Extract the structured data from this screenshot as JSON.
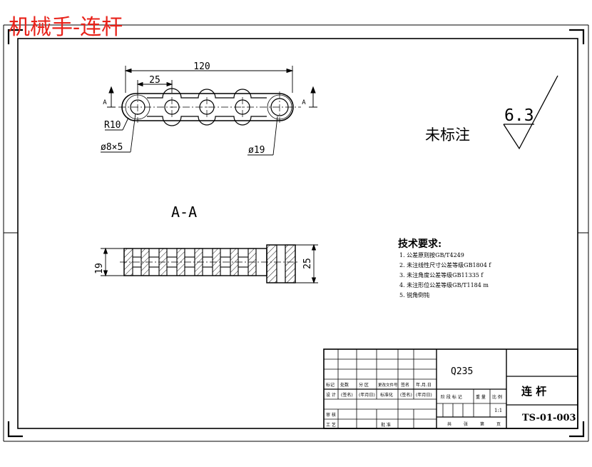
{
  "title": "机械手-连杆",
  "colors": {
    "title": "#e8221a",
    "line": "#000000",
    "paper": "#ffffff"
  },
  "plan_view": {
    "overall_length": "120",
    "pitch": "25",
    "end_radius": "R10",
    "hole_callout": "ø8×5",
    "end_hole_callout": "ø19",
    "section_mark": "A"
  },
  "section_view": {
    "label": "A-A",
    "height_left": "19",
    "height_right": "25"
  },
  "roughness": {
    "note": "未标注",
    "value": "6.3"
  },
  "tech_requirements": {
    "heading": "技术要求:",
    "items": [
      "1. 公差原则按GB/T4249",
      "2. 未注线性尺寸公差等级GB1804 f",
      "3. 未注角度公差等级GB11335 f",
      "4. 未注形位公差等级GB/T1184 m",
      "5. 锐角倒钝"
    ]
  },
  "title_block": {
    "material": "Q235",
    "part_name": "连 杆",
    "drawing_no": "TS-01-003",
    "scale": "1:1",
    "rev_headers": [
      "标记",
      "处数",
      "分 区",
      "更改文件号",
      "签名",
      "年.月.日"
    ],
    "design_row": [
      "设 计",
      "(签名)",
      "(年月日)",
      "标准化",
      "(签名)",
      "(年月日)"
    ],
    "stage_headers": [
      "阶 段 标 记",
      "重 量",
      "比 例"
    ],
    "check_label": "审 核",
    "process_label": "工 艺",
    "approve_label": "批 准",
    "sheet_footer": [
      "共",
      "张",
      "第",
      "页"
    ]
  }
}
